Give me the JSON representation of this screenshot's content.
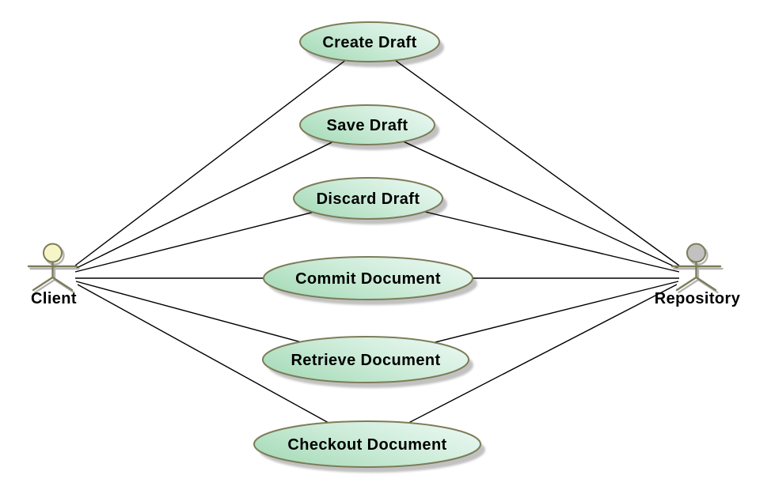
{
  "diagram": {
    "kind": "uml-use-case-diagram",
    "actors": [
      {
        "name": "Client"
      },
      {
        "name": "Repository"
      }
    ],
    "use_cases": [
      {
        "label": "Create Draft"
      },
      {
        "label": "Save Draft"
      },
      {
        "label": "Discard Draft"
      },
      {
        "label": "Commit Document"
      },
      {
        "label": "Retrieve Document"
      },
      {
        "label": "Checkout Document"
      }
    ],
    "associations": [
      {
        "from": "Client",
        "to": "Create Draft"
      },
      {
        "from": "Client",
        "to": "Save Draft"
      },
      {
        "from": "Client",
        "to": "Discard Draft"
      },
      {
        "from": "Client",
        "to": "Commit Document"
      },
      {
        "from": "Client",
        "to": "Retrieve Document"
      },
      {
        "from": "Client",
        "to": "Checkout Document"
      },
      {
        "from": "Repository",
        "to": "Create Draft"
      },
      {
        "from": "Repository",
        "to": "Save Draft"
      },
      {
        "from": "Repository",
        "to": "Discard Draft"
      },
      {
        "from": "Repository",
        "to": "Commit Document"
      },
      {
        "from": "Repository",
        "to": "Retrieve Document"
      },
      {
        "from": "Repository",
        "to": "Checkout Document"
      }
    ],
    "colors": {
      "usecase_fill_dark": "#a6dbb8",
      "usecase_fill_mid": "#cbebd7",
      "usecase_fill_light": "#e9f8f2",
      "usecase_border": "#7d7c57",
      "shadow": "#b7b7b7",
      "line": "#000000",
      "text": "#000000",
      "actor_limb": "#7d7c57",
      "actor_shadow": "#b4b4b4",
      "client_head_fill": "#f5f5c8",
      "repository_head_fill": "#c1c1c1"
    }
  }
}
